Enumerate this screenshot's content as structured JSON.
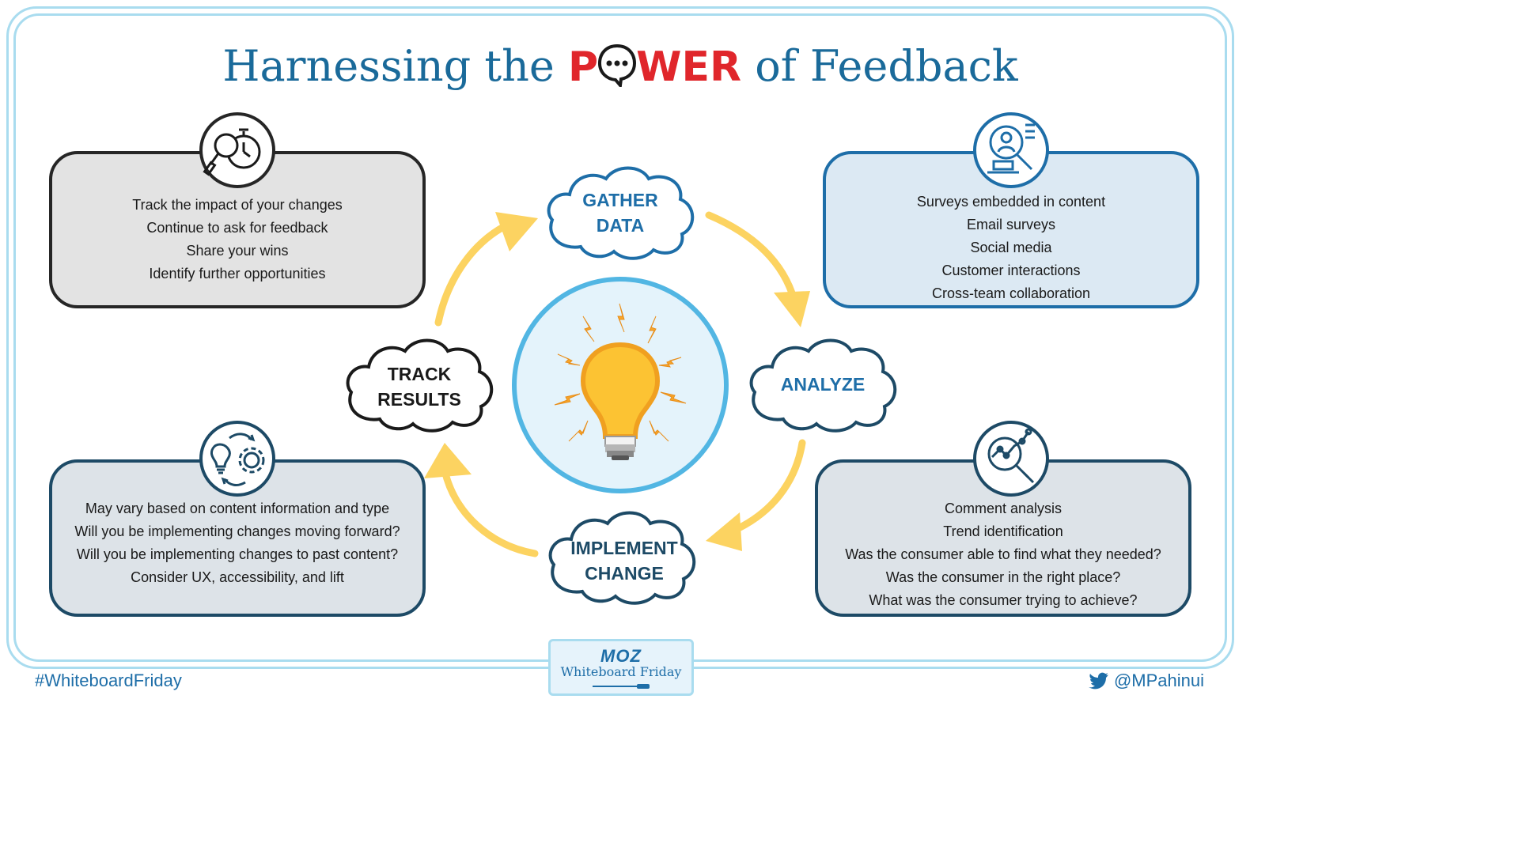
{
  "title": {
    "before": "Harnessing the",
    "power_p": "P",
    "power_rest": "WER",
    "after": "of Feedback"
  },
  "colors": {
    "title": "#1a6a9a",
    "power": "#e0262b",
    "arrow": "#fcd361",
    "frame": "#a9dcef"
  },
  "clouds": {
    "gather": [
      "GATHER",
      "DATA"
    ],
    "analyze": [
      "ANALYZE"
    ],
    "implement": [
      "IMPLEMENT",
      "CHANGE"
    ],
    "track": [
      "TRACK",
      "RESULTS"
    ]
  },
  "boxes": {
    "track_results": [
      "Track the impact of your changes",
      "Continue to ask for feedback",
      "Share your wins",
      "Identify further opportunities"
    ],
    "gather_data": [
      "Surveys embedded in content",
      "Email surveys",
      "Social media",
      "Customer interactions",
      "Cross-team collaboration"
    ],
    "implement_change": [
      "May vary based on content information and type",
      "Will you be implementing changes moving forward?",
      "Will you be implementing changes to past content?",
      "Consider UX, accessibility, and lift"
    ],
    "analyze": [
      "Comment analysis",
      "Trend identification",
      "Was the consumer able to find what they needed?",
      "Was the consumer in the right place?",
      "What was the consumer trying to achieve?"
    ]
  },
  "icons": {
    "track": "magnifier-stopwatch-icon",
    "gather": "person-search-document-icon",
    "implement": "lightbulb-gear-cycle-icon",
    "analyze": "magnifier-trend-chart-icon",
    "center": "lightbulb-icon"
  },
  "footer": {
    "hashtag": "#WhiteboardFriday",
    "handle": "@MPahinui",
    "badge_logo": "MOZ",
    "badge_text": "Whiteboard Friday"
  }
}
